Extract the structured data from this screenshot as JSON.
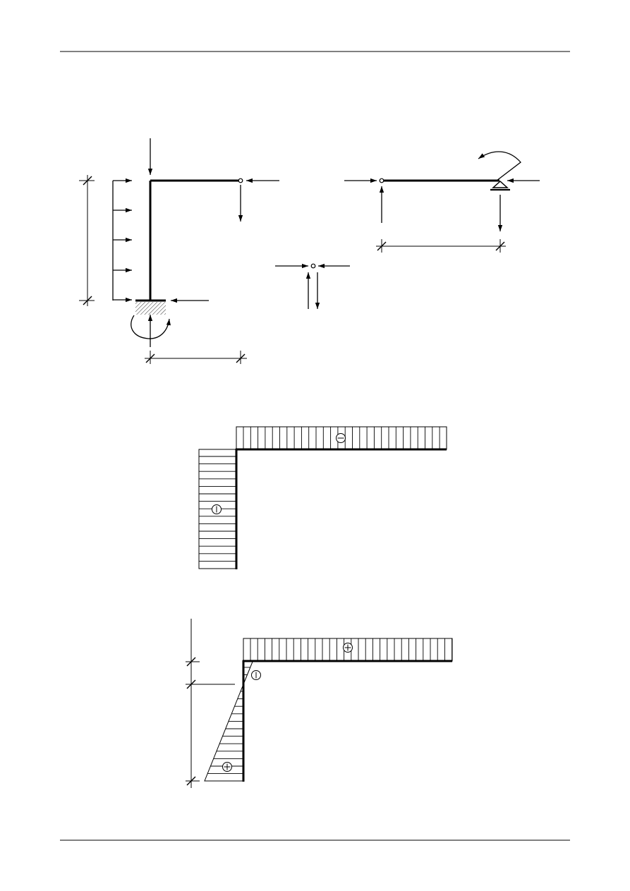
{
  "page": {
    "background": "#ffffff",
    "ink_color": "#000000",
    "header_rule": true,
    "footer_rule": true
  },
  "figures": [
    {
      "id": "free-body-diagrams",
      "parts": [
        "fixed-column-with-horizontal-arm",
        "hinge-node",
        "simply-supported-beam-with-moment"
      ],
      "loads": [
        "distributed-horizontal-load",
        "vertical-point-loads",
        "horizontal-point-loads",
        "support-moments"
      ]
    },
    {
      "id": "axial-force-diagram",
      "segments": [
        {
          "member": "horizontal",
          "sign": "−"
        },
        {
          "member": "vertical",
          "sign": "−"
        }
      ]
    },
    {
      "id": "shear-force-diagram",
      "segments": [
        {
          "member": "horizontal",
          "sign": "+"
        },
        {
          "member": "vertical-top",
          "sign": "−"
        },
        {
          "member": "vertical-bottom",
          "sign": "+"
        }
      ]
    }
  ]
}
